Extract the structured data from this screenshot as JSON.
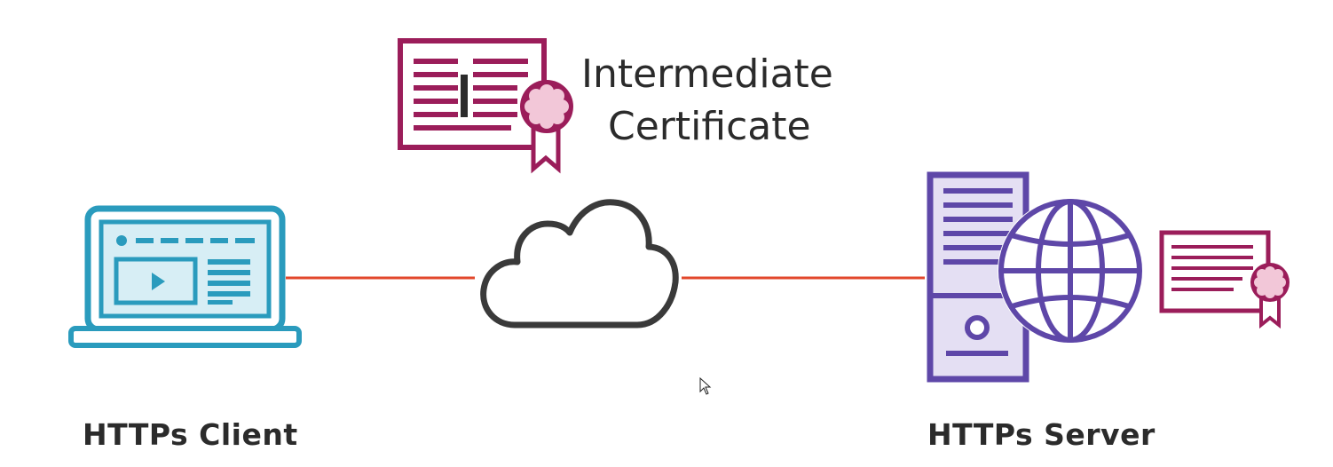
{
  "intermediate_certificate": {
    "title_line1": "Intermediate",
    "title_line2": "Certificate",
    "letter": "I",
    "color": "#9b1d5a",
    "seal_fill": "#f2c7d8"
  },
  "client": {
    "label": "HTTPs Client",
    "icon": "laptop-icon",
    "color": "#2a9bbd",
    "screen_fill": "#d7eef5"
  },
  "network": {
    "icon": "cloud-icon",
    "color": "#3a3a3a",
    "link_color": "#e2472b"
  },
  "server": {
    "label": "HTTPs Server",
    "icon": "server-globe-icon",
    "color": "#5e47a8",
    "fill": "#e4dff3"
  },
  "server_certificate": {
    "icon": "certificate-icon",
    "color": "#9b1d5a",
    "seal_fill": "#f2c7d8"
  },
  "cursor": {
    "icon": "mouse-pointer-icon"
  }
}
